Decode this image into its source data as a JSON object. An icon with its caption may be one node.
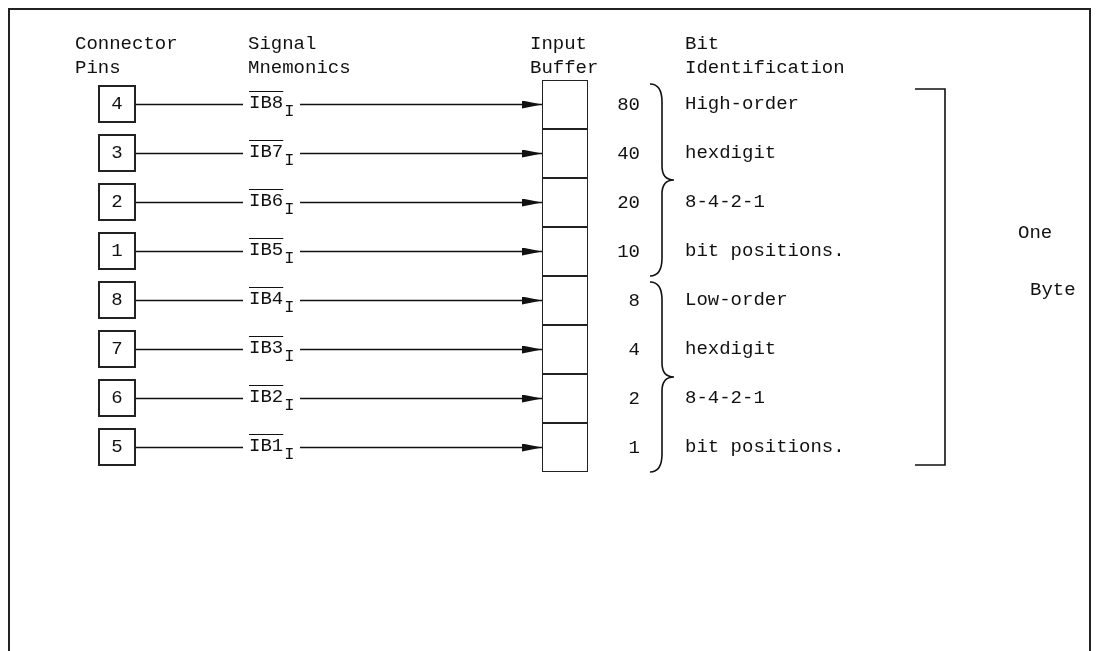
{
  "diagram": {
    "nodes": [
      {
        "text": [
          "4"
        ]
      },
      {
        "text": [
          "3"
        ]
      },
      {
        "text": [
          "2"
        ]
      },
      {
        "text": [
          "1"
        ]
      },
      {
        "text": [
          "8"
        ]
      },
      {
        "text": [
          "7"
        ]
      },
      {
        "text": [
          "6"
        ]
      },
      {
        "text": [
          "5"
        ]
      },
      {
        "text": [],
        "shape": "box",
        "beside": [
          "80"
        ]
      },
      {
        "text": [],
        "shape": "box",
        "beside": [
          "40"
        ]
      },
      {
        "text": [],
        "shape": "box",
        "beside": [
          "20"
        ]
      },
      {
        "text": [],
        "shape": "box",
        "beside": [
          "10"
        ]
      },
      {
        "text": [],
        "shape": "box",
        "beside": [
          "8"
        ]
      },
      {
        "text": [],
        "shape": "box",
        "beside": [
          "4"
        ]
      },
      {
        "text": [],
        "shape": "box",
        "beside": [
          "2"
        ]
      },
      {
        "text": [],
        "shape": "box",
        "beside": [
          "1"
        ]
      }
    ],
    "edges": [
      {
        "from": 0,
        "to": 8,
        "arrow": "to",
        "label": "IB8$_{I}$"
      },
      {
        "from": 1,
        "to": 9,
        "arrow": "to",
        "label": "IB7$_{I}$"
      },
      {
        "from": 2,
        "to": 10,
        "arrow": "to",
        "label": "IB6$_{I}$"
      },
      {
        "from": 3,
        "to": 11,
        "arrow": "to",
        "label": "IB5$_{I}$"
      },
      {
        "from": 4,
        "to": 12,
        "arrow": "to",
        "label": "IB4$_{I}$"
      },
      {
        "from": 5,
        "to": 13,
        "arrow": "to",
        "label": "IB3$_{I}$"
      },
      {
        "from": 6,
        "to": 14,
        "arrow": "to",
        "label": "IB2$_{I}$"
      },
      {
        "from": 7,
        "to": 15,
        "arrow": "to",
        "label": "IB1$_{I}$"
      }
    ],
    "labels": [
      "Connector Pins",
      "Signal Mnemonics",
      "Input Buffer",
      "Bit Identification",
      "High-order",
      "hexdigit",
      "8-4-2-1",
      "bit positions.",
      "One",
      "Low-order",
      "hexdigit",
      "8-4-2-1",
      "bit positions.",
      "Byte"
    ]
  }
}
